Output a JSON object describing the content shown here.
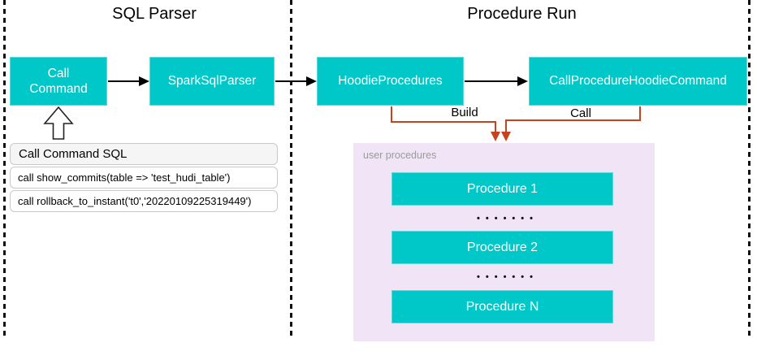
{
  "sections": {
    "sql_parser": {
      "title": "SQL Parser"
    },
    "procedure_run": {
      "title": "Procedure Run"
    }
  },
  "nodes": {
    "call_command": "Call Command",
    "spark_sql_parser": "SparkSqlParser",
    "hoodie_procedures": "HoodieProcedures",
    "call_procedure_hoodie_command": "CallProcedureHoodieCommand"
  },
  "edges": {
    "build_label": "Build",
    "call_label": "Call"
  },
  "sql_table": {
    "header": "Call Command SQL",
    "rows": [
      "call show_commits(table => 'test_hudi_table')",
      "call rollback_to_instant('t0','20220109225319449')"
    ]
  },
  "user_procedures": {
    "label": "user procedures",
    "items": [
      "Procedure 1",
      "Procedure 2",
      "Procedure N"
    ],
    "dots": "•••••••"
  },
  "colors": {
    "node_fill": "#00C8C8",
    "connector_orange": "#C7431D",
    "panel_fill": "#F2E4F7",
    "table_header_bg": "#F5F5F5"
  }
}
